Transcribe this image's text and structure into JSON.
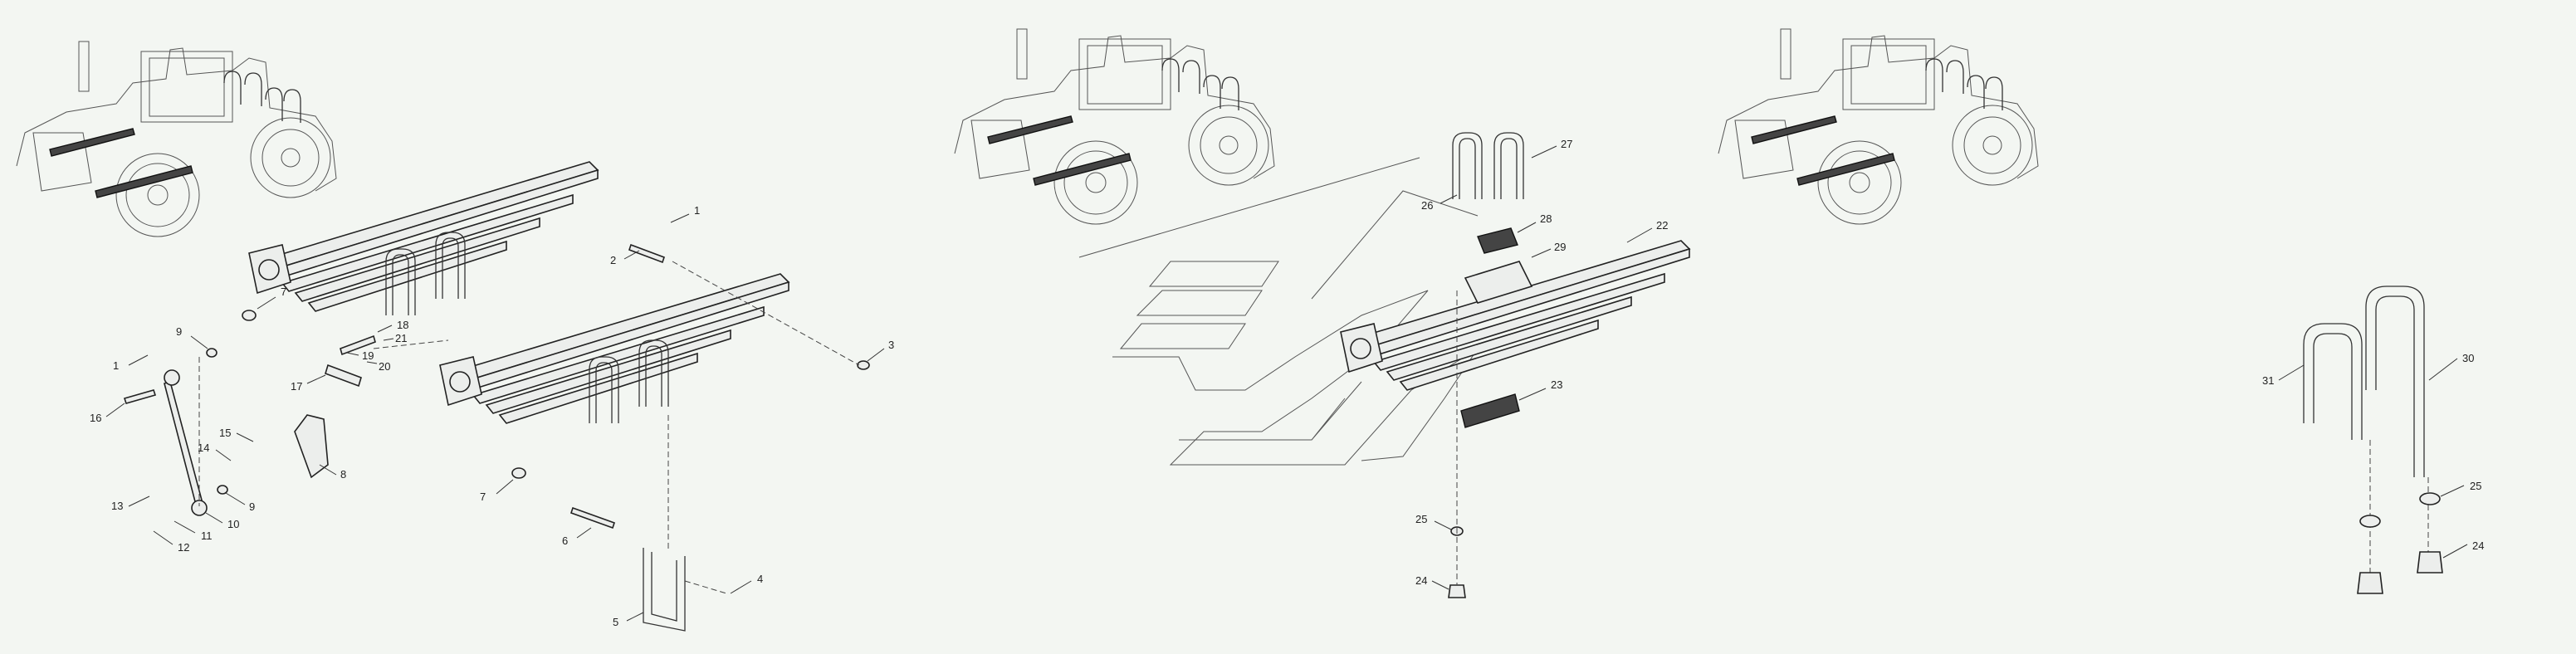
{
  "callouts": {
    "p1": [
      "1",
      "2",
      "3",
      "4",
      "5",
      "6",
      "7",
      "7",
      "8",
      "9",
      "9",
      "10",
      "11",
      "12",
      "13",
      "14",
      "15",
      "16",
      "17",
      "18",
      "19",
      "20",
      "21",
      "1"
    ],
    "p2": [
      "22",
      "23",
      "24",
      "25",
      "26",
      "27",
      "28",
      "29"
    ],
    "p3": [
      "24",
      "25",
      "30",
      "31"
    ]
  },
  "colors": {
    "background": "#f3f6f2",
    "line": "#333333"
  }
}
